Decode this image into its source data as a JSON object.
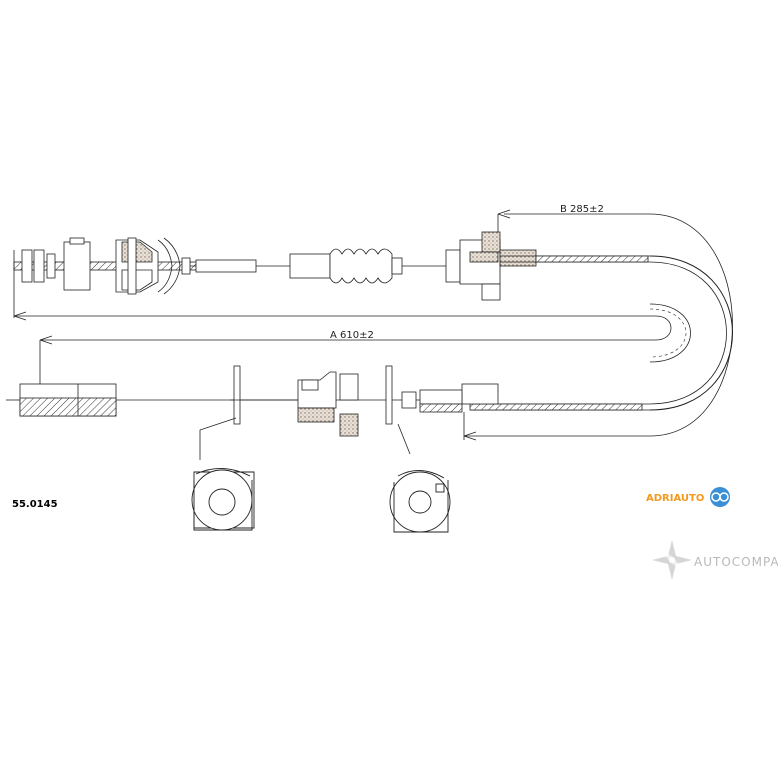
{
  "dimensions": {
    "a_label": "A  610±2",
    "b_label": "B  285±2"
  },
  "part_number": "55.0145",
  "brand": {
    "name": "ADRIAUTO",
    "text_color": "#f39a1e",
    "badge_color": "#3a8fd6"
  },
  "watermark": {
    "text": "AUTOCOMPAS"
  },
  "icons": {
    "brand_badge": "circle-logo-icon",
    "watermark_logo": "compass-star-icon"
  }
}
